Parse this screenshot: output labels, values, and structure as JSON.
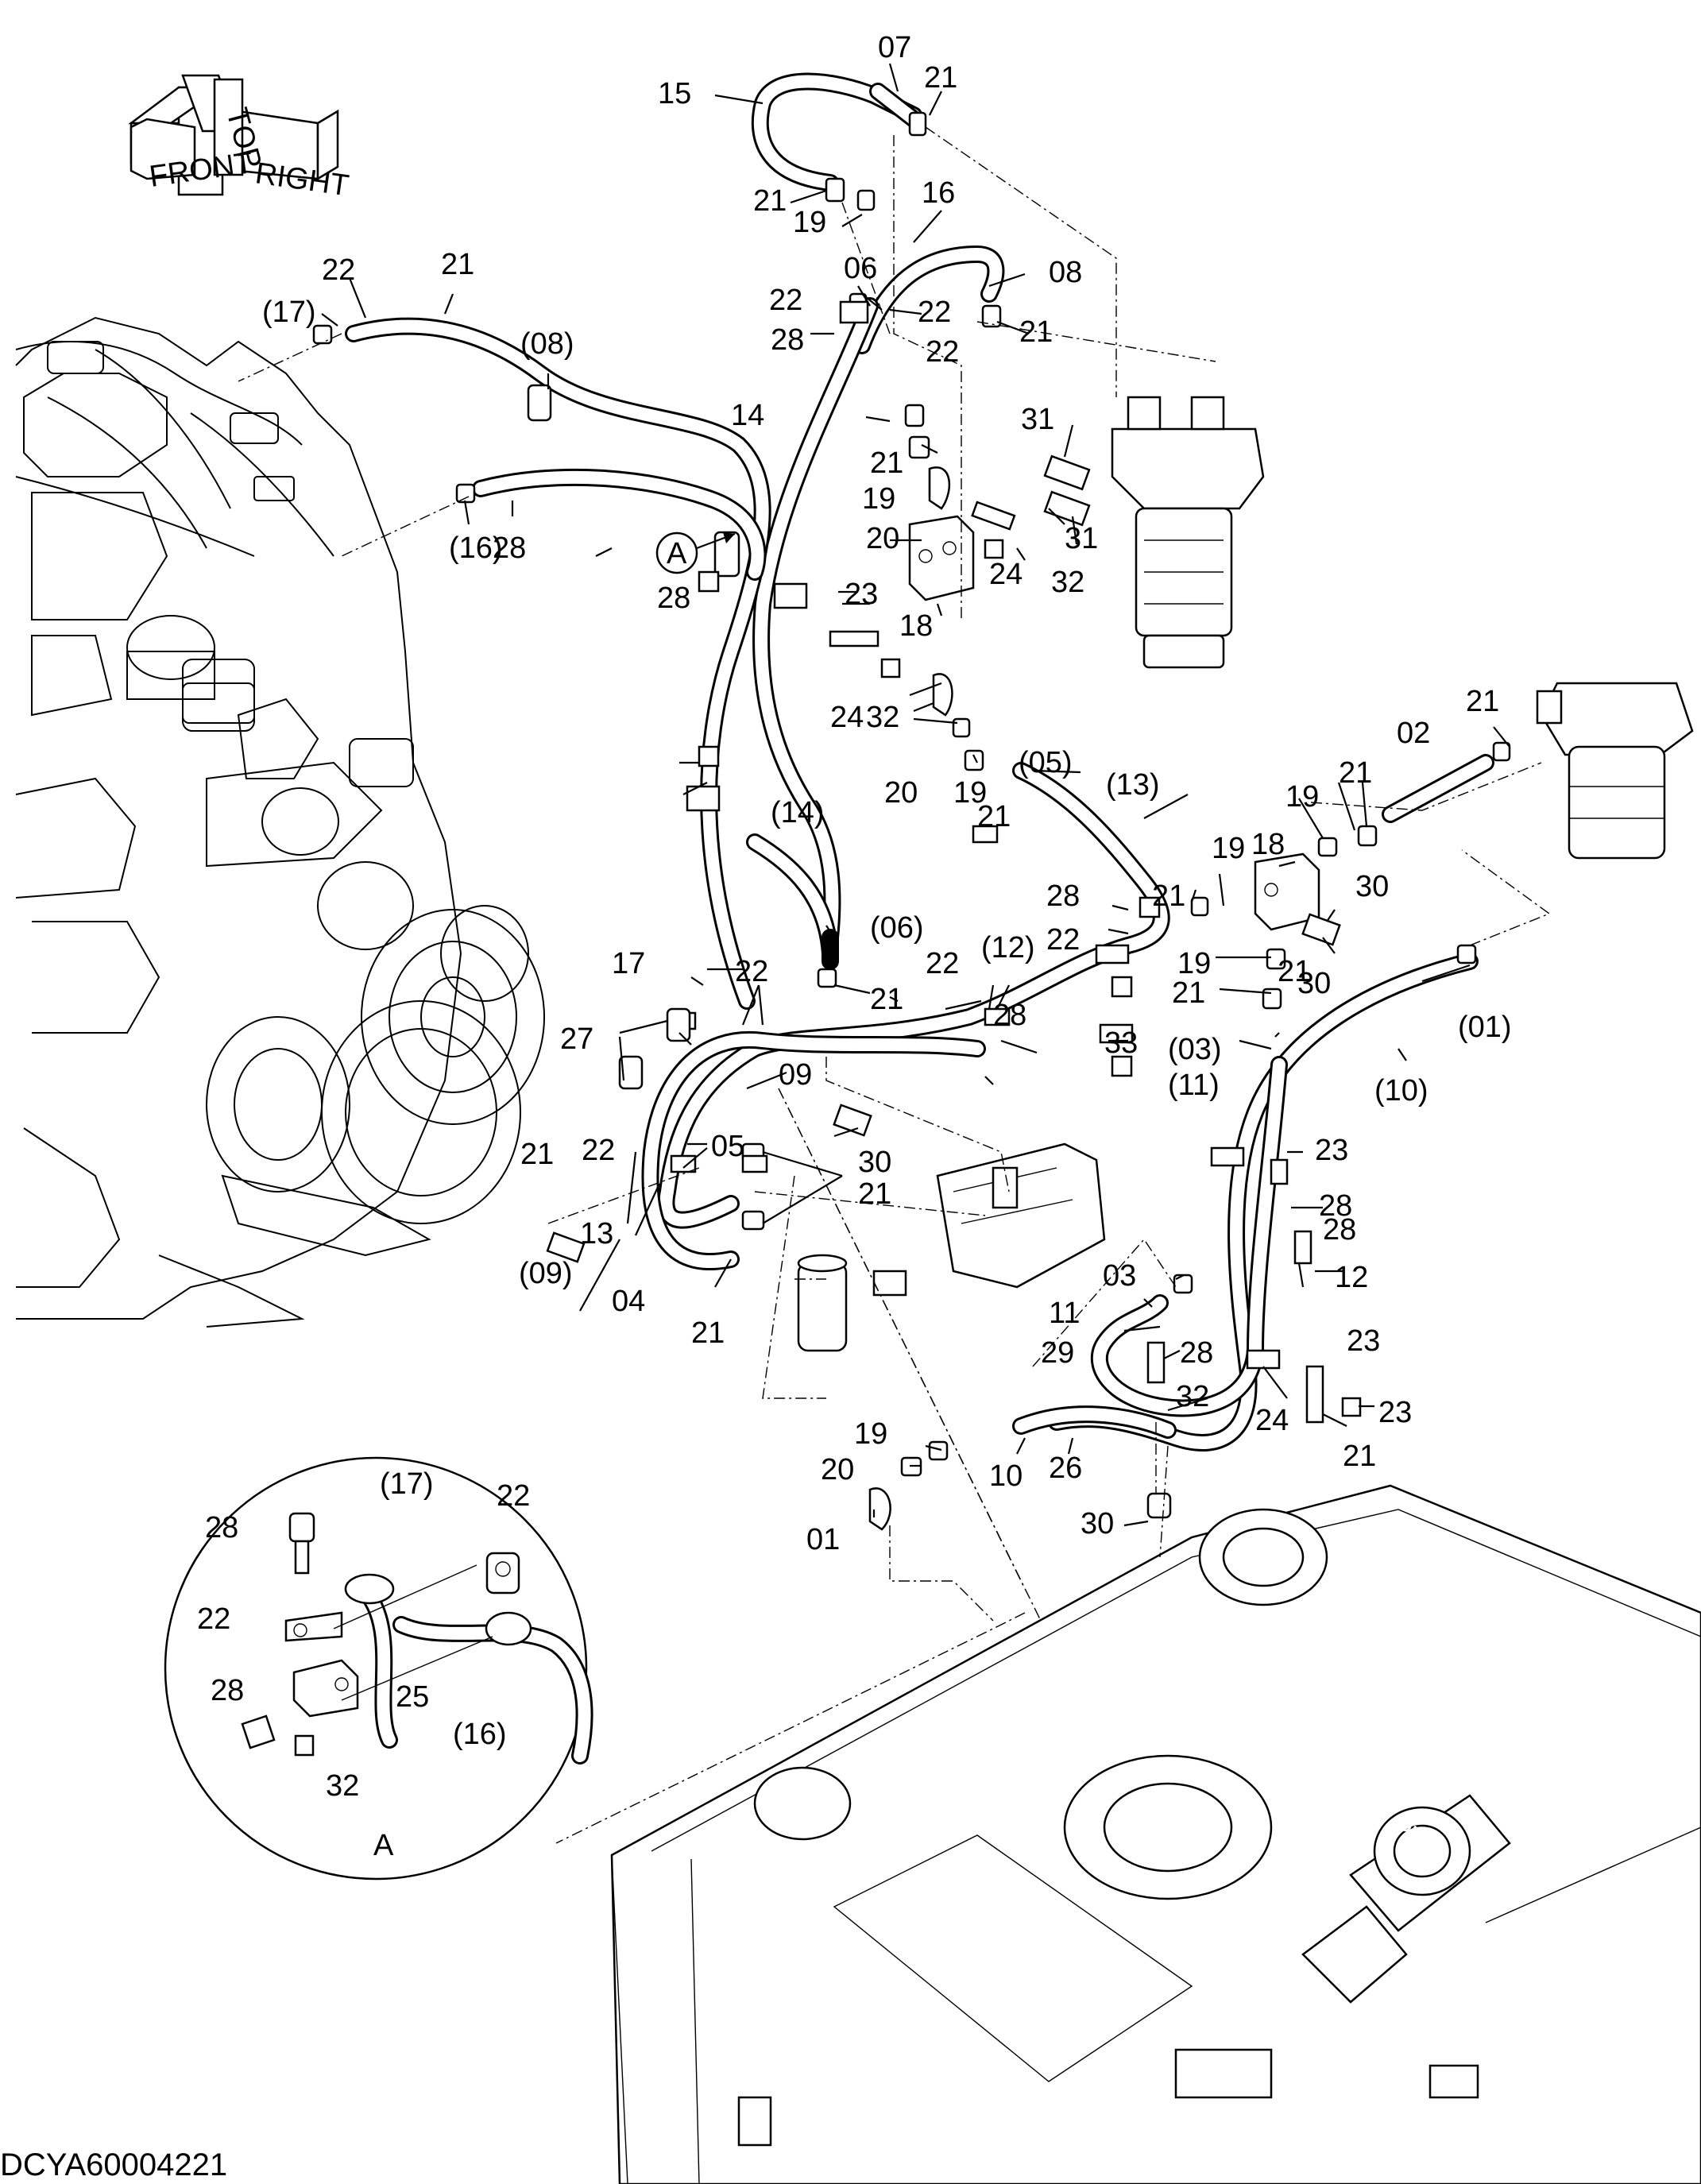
{
  "document_id": "DCYA60004221",
  "orientation_badge": {
    "front": "FRONT",
    "top": "TOP",
    "right": "RIGHT"
  },
  "detail_view": {
    "name": "A",
    "callout": "A"
  },
  "labels": [
    "07",
    "21",
    "15",
    "21",
    "19",
    "16",
    "08",
    "06",
    "22",
    "21",
    "22",
    "28",
    "22",
    "14",
    "31",
    "21",
    "19",
    "20",
    "31",
    "24",
    "32",
    "18",
    "23",
    "28",
    "24",
    "32",
    "20",
    "19",
    "21",
    "(05)",
    "(13)",
    "02",
    "21",
    "21",
    "19",
    "18",
    "21",
    "19",
    "30",
    "28",
    "22",
    "21",
    "(14)",
    "(06)",
    "19",
    "30",
    "21",
    "(01)",
    "(03)",
    "(11)",
    "(10)",
    "33",
    "(12)",
    "22",
    "21",
    "28",
    "17",
    "22",
    "27",
    "09",
    "30",
    "05",
    "21",
    "23",
    "22",
    "13",
    "28",
    "28",
    "12",
    "04",
    "21",
    "03",
    "11",
    "29",
    "28",
    "23",
    "32",
    "23",
    "24",
    "21",
    "19",
    "20",
    "01",
    "10",
    "26",
    "30",
    "21",
    "(09)",
    "(17)",
    "22",
    "21",
    "(08)",
    "(16)",
    "28"
  ],
  "detail_labels": [
    "(17)",
    "22",
    "28",
    "22",
    "25",
    "28",
    "32",
    "(16)",
    "A"
  ]
}
